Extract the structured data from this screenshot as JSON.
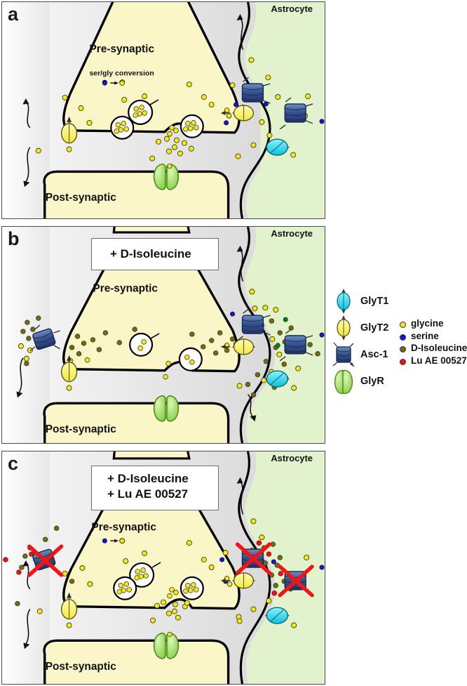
{
  "figure": {
    "type": "scientific-diagram",
    "subject": "Glycinergic synapse: glycine transporters and effect of D-Isoleucine and Lu AE 00527"
  },
  "panels": [
    {
      "letter": "a",
      "treatment_label": null,
      "treatment_lines": [],
      "regions": {
        "presynaptic": "Pre-synaptic",
        "postsynaptic": "Post-synaptic",
        "astrocyte": "Astrocyte"
      },
      "annotation": "ser/gly conversion",
      "blocked_transporters": 0
    },
    {
      "letter": "b",
      "treatment_label": "+ D-Isoleucine",
      "treatment_lines": [
        "+ D-Isoleucine"
      ],
      "regions": {
        "presynaptic": "Pre-synaptic",
        "postsynaptic": "Post-synaptic",
        "astrocyte": "Astrocyte"
      },
      "annotation": null,
      "blocked_transporters": 0
    },
    {
      "letter": "c",
      "treatment_label": "+ D-Isoleucine + Lu AE 00527",
      "treatment_lines": [
        "+ D-Isoleucine",
        "+ Lu AE 00527"
      ],
      "regions": {
        "presynaptic": "Pre-synaptic",
        "postsynaptic": "Post-synaptic",
        "astrocyte": "Astrocyte"
      },
      "annotation": null,
      "blocked_transporters": 3
    }
  ],
  "legend": {
    "transporters": [
      {
        "name": "GlyT1",
        "shape": "ellipse",
        "color": "#2ad4e8"
      },
      {
        "name": "GlyT2",
        "shape": "ellipse",
        "color": "#f5ef5a"
      },
      {
        "name": "Asc-1",
        "shape": "cylinder",
        "color": "#4e6ca8"
      },
      {
        "name": "GlyR",
        "shape": "hourglass",
        "color": "#9fe06a"
      }
    ],
    "molecules": [
      {
        "name": "glycine",
        "color": "#f2e61e"
      },
      {
        "name": "serine",
        "color": "#1414dc"
      },
      {
        "name": "D-Isoleucine",
        "color": "#6e6a16"
      },
      {
        "name": "Lu AE 00527",
        "color": "#e81414"
      }
    ]
  },
  "colors": {
    "neuron_fill": "#fbf6c8",
    "astrocyte_fill": "#e2f2cd",
    "cleft_fill": "#e3e3e3",
    "outline": "#000000",
    "block_x": "#f01616",
    "panel_border": "#4a4a4a"
  }
}
